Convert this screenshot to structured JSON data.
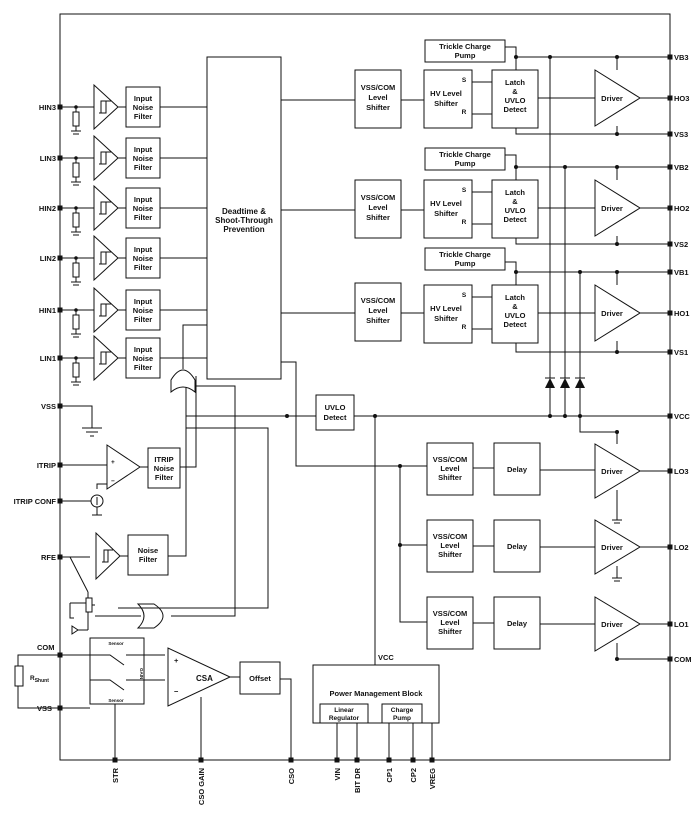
{
  "pins_left": {
    "hin3": "HIN3",
    "lin3": "LIN3",
    "hin2": "HIN2",
    "lin2": "LIN2",
    "hin1": "HIN1",
    "lin1": "LIN1",
    "vss": "VSS",
    "itrip": "ITRIP",
    "itrip_conf": "ITRIP CONF",
    "rfe": "RFE",
    "com": "COM",
    "vss_bottom": "VSS"
  },
  "pins_right": {
    "vb3": "VB3",
    "ho3": "HO3",
    "vs3": "VS3",
    "vb2": "VB2",
    "ho2": "HO2",
    "vs2": "VS2",
    "vb1": "VB1",
    "ho1": "HO1",
    "vs1": "VS1",
    "vcc": "VCC",
    "lo3": "LO3",
    "lo2": "LO2",
    "lo1": "LO1",
    "com": "COM"
  },
  "pins_bottom": {
    "str": "STR",
    "cso_gain": "CSO GAIN",
    "cso": "CSO",
    "vin": "VIN",
    "bt_dr": "BIT DR",
    "cp1": "CP1",
    "cp2": "CP2",
    "vreg": "VREG"
  },
  "blocks": {
    "input_noise_filter": [
      "Input",
      "Noise",
      "Filter"
    ],
    "deadtime": [
      "Deadtime &",
      "Shoot-Through",
      "Prevention"
    ],
    "level_shifter": [
      "VSS/COM",
      "Level",
      "Shifter"
    ],
    "hv_level_shifter": [
      "HV Level",
      "Shifter"
    ],
    "latch_uvlo": [
      "Latch",
      "&",
      "UVLO",
      "Detect"
    ],
    "trickle_pump": [
      "Trickle Charge",
      "Pump"
    ],
    "driver": "Driver",
    "delay": "Delay",
    "uvlo_detect": [
      "UVLO",
      "Detect"
    ],
    "itrip_filter": [
      "ITRIP",
      "Noise",
      "Filter"
    ],
    "noise_filter": [
      "Noise",
      "Filter"
    ],
    "csa": "CSA",
    "offset": "Offset",
    "pmb_title": "Power Management Block",
    "linear_regulator": [
      "Linear",
      "Regulator"
    ],
    "charge_pump": [
      "Charge",
      "Pump"
    ],
    "sensor": "Sensor",
    "gain": "GAIN",
    "latch_s": "S",
    "latch_r": "R",
    "vcc_label": "VCC",
    "rshunt": "R",
    "rshunt_sub": "Shunt"
  }
}
